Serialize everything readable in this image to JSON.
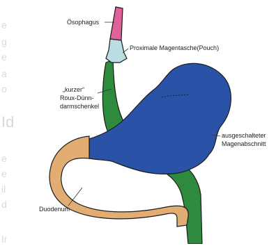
{
  "labels": {
    "esophagus": "Ösophagus",
    "pouch": "Proximale Magentasche(Pouch)",
    "roux_line1": "„kurzer“",
    "roux_line2": "Roux-Dünn-",
    "roux_line3": "darmschenkel",
    "excluded_line1": "ausgeschalteter",
    "excluded_line2": "Magenabschnitt",
    "duodenum": "Duodenum"
  },
  "colors": {
    "esophagus": "#e0609a",
    "pouch": "#b9dde3",
    "stomach": "#2a53a8",
    "intestine": "#2e8a3d",
    "duodenum": "#e2ad73",
    "outline": "#1a1a1a",
    "leader": "#333333"
  }
}
